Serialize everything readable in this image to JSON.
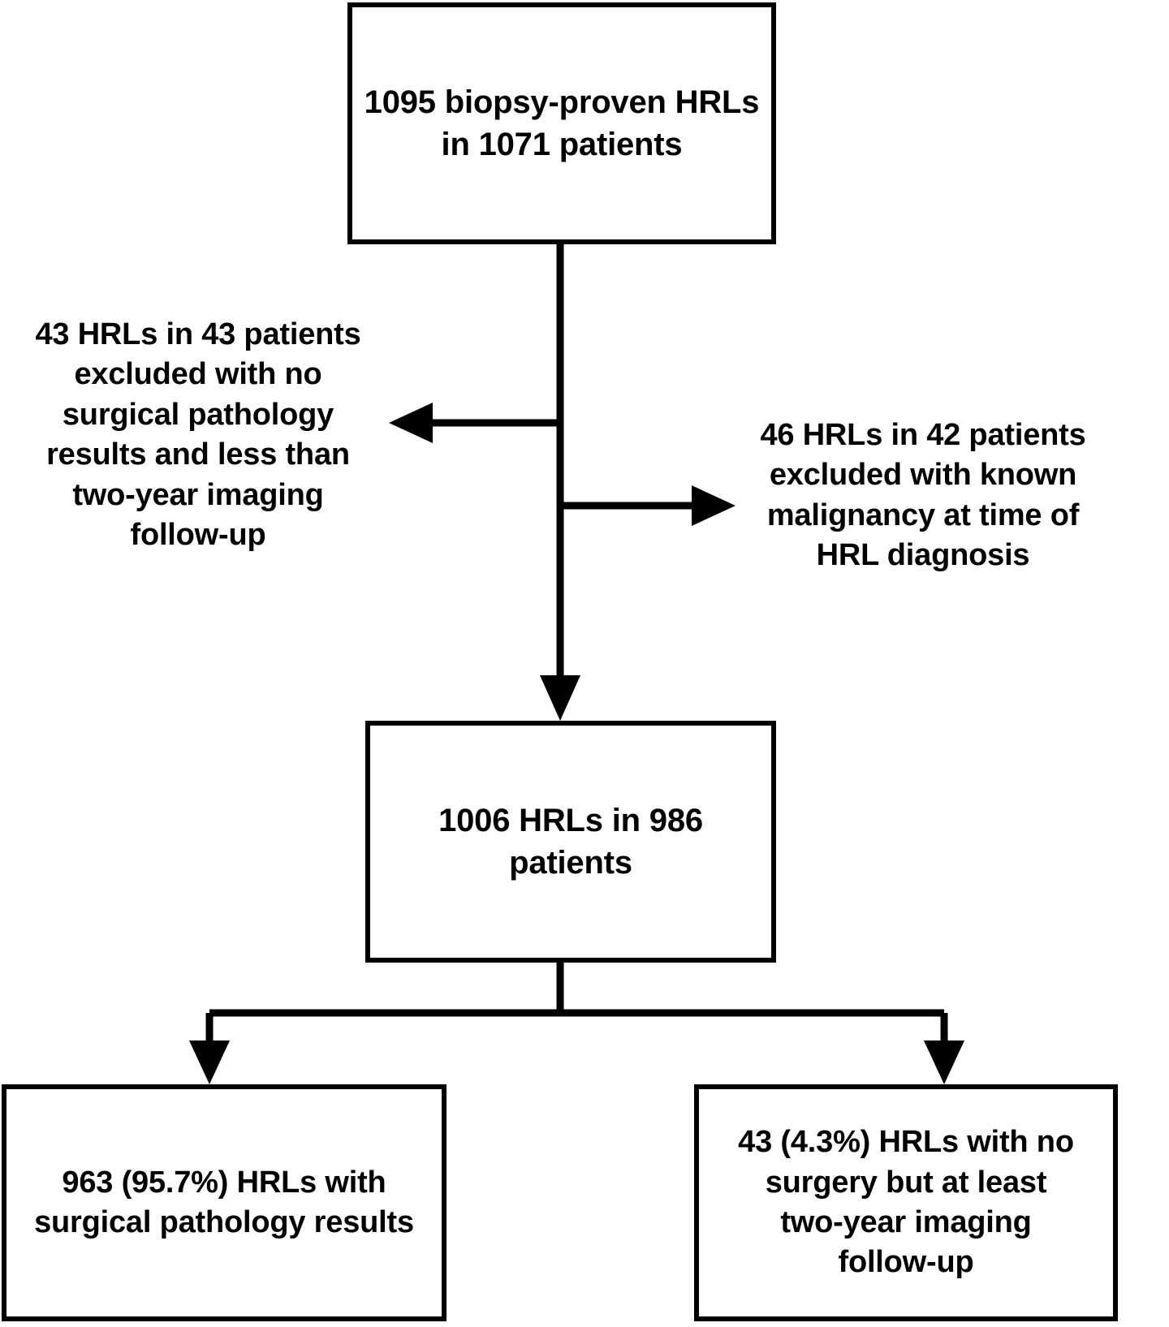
{
  "diagram": {
    "type": "flowchart",
    "title_visible": false,
    "colors": {
      "background": "#ffffff",
      "stroke": "#000000",
      "text": "#000000"
    },
    "nodes": {
      "top": {
        "text": "1095 biopsy-proven HRLs\nin 1071 patients",
        "counts": {
          "hrls": 1095,
          "patients": 1071
        }
      },
      "middle": {
        "text": "1006 HRLs in 986\npatients",
        "counts": {
          "hrls": 1006,
          "patients": 986
        }
      },
      "bottom_left": {
        "text": "963 (95.7%) HRLs with\nsurgical pathology results",
        "counts": {
          "hrls": 963,
          "percent": "95.7%"
        }
      },
      "bottom_right": {
        "text": "43 (4.3%) HRLs with no\nsurgery but at least\ntwo-year imaging\nfollow-up",
        "counts": {
          "hrls": 43,
          "percent": "4.3%"
        }
      }
    },
    "exclusions": {
      "left": {
        "text": "43 HRLs in 43 patients\nexcluded with no\nsurgical pathology\nresults and less than\ntwo-year imaging\nfollow-up",
        "counts": {
          "hrls": 43,
          "patients": 43
        }
      },
      "right": {
        "text": "46 HRLs in 42 patients\nexcluded with known\nmalignancy at time of\nHRL diagnosis",
        "counts": {
          "hrls": 46,
          "patients": 42
        }
      }
    },
    "connectors": [
      {
        "name": "top-to-middle",
        "direction": "down",
        "arrowhead": true
      },
      {
        "name": "exclusion-left-arrow",
        "direction": "left",
        "arrowhead": true
      },
      {
        "name": "exclusion-right-arrow",
        "direction": "right",
        "arrowhead": true
      },
      {
        "name": "middle-to-bottom-left",
        "direction": "down",
        "arrowhead": true
      },
      {
        "name": "middle-to-bottom-right",
        "direction": "down",
        "arrowhead": true
      }
    ]
  }
}
